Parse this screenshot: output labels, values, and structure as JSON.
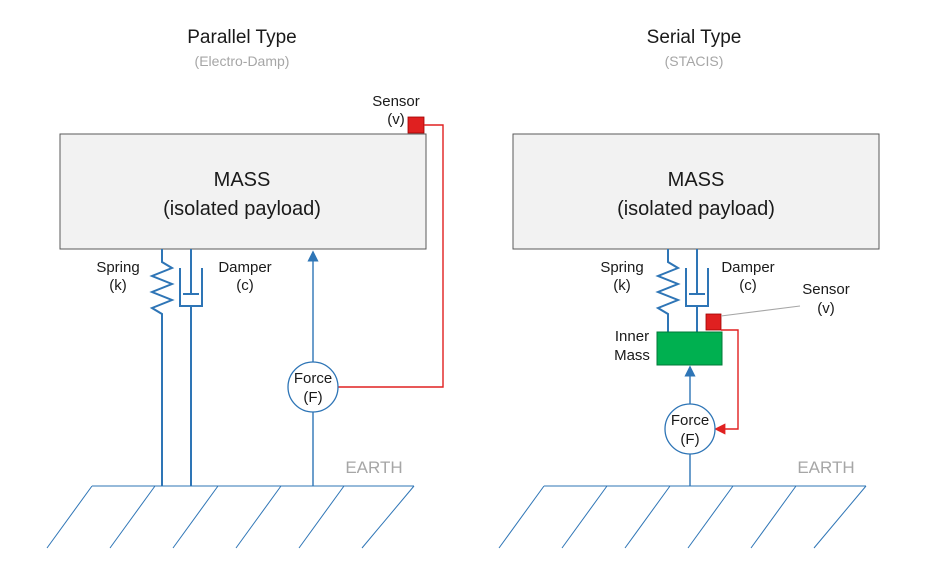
{
  "parallel": {
    "title": "Parallel Type",
    "subtitle": "(Electro-Damp)",
    "mass_line1": "MASS",
    "mass_line2": "(isolated payload)",
    "spring_line1": "Spring",
    "spring_line2": "(k)",
    "damper_line1": "Damper",
    "damper_line2": "(c)",
    "sensor_line1": "Sensor",
    "sensor_line2": "(v)",
    "force_line1": "Force",
    "force_line2": "(F)",
    "earth": "EARTH"
  },
  "serial": {
    "title": "Serial Type",
    "subtitle": "(STACIS)",
    "mass_line1": "MASS",
    "mass_line2": "(isolated payload)",
    "spring_line1": "Spring",
    "spring_line2": "(k)",
    "damper_line1": "Damper",
    "damper_line2": "(c)",
    "sensor_line1": "Sensor",
    "sensor_line2": "(v)",
    "inner_mass_line1": "Inner",
    "inner_mass_line2": "Mass",
    "force_line1": "Force",
    "force_line2": "(F)",
    "earth": "EARTH"
  },
  "colors": {
    "mass_fill": "#f2f2f2",
    "mass_stroke": "#595959",
    "line_blue": "#2e75b6",
    "sensor_red": "#e02020",
    "inner_mass_green": "#00b050",
    "earth_text": "#a6a6a6"
  }
}
